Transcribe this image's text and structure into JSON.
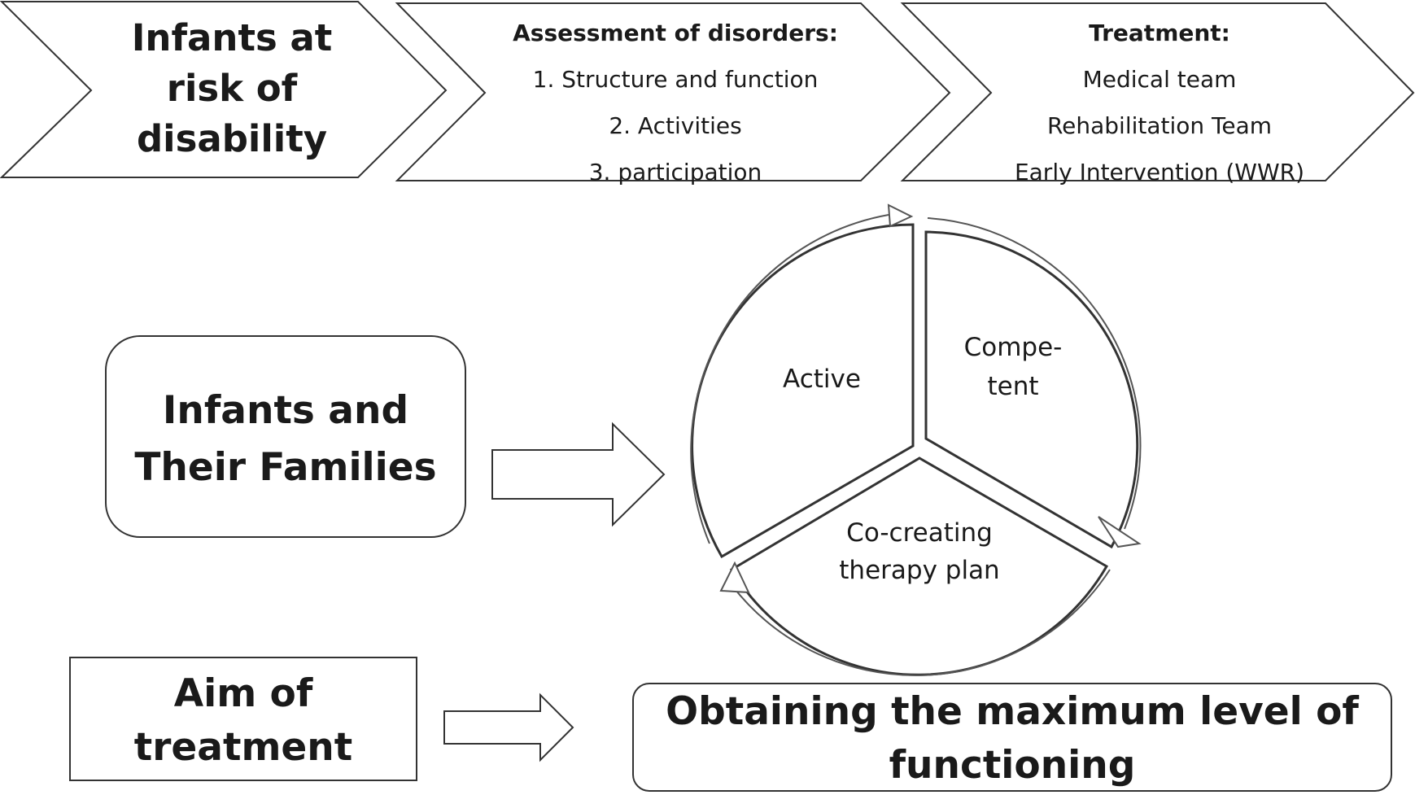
{
  "chevrons": {
    "first": {
      "line1": "Infants at",
      "line2": "risk of",
      "line3": "disability"
    },
    "assessment": {
      "title": "Assessment of disorders:",
      "items": [
        "1. Structure and function",
        "2. Activities",
        "3. participation"
      ]
    },
    "treatment": {
      "title": "Treatment:",
      "items": [
        "Medical team",
        "Rehabilitation Team",
        "Early Intervention (WWR)"
      ]
    }
  },
  "families_box": {
    "line1": "Infants and",
    "line2": "Their Families"
  },
  "cycle": {
    "segments": {
      "active": "Active",
      "competent_line1": "Compe-",
      "competent_line2": "tent",
      "cocreating_line1": "Co-creating",
      "cocreating_line2": "therapy plan"
    }
  },
  "aim_box": {
    "line1": "Aim of",
    "line2": "treatment"
  },
  "goal_box": {
    "line1": "Obtaining the maximum level of",
    "line2": "functioning"
  },
  "colors": {
    "stroke": "#333333",
    "text": "#1a1a1a",
    "fill": "#ffffff"
  }
}
